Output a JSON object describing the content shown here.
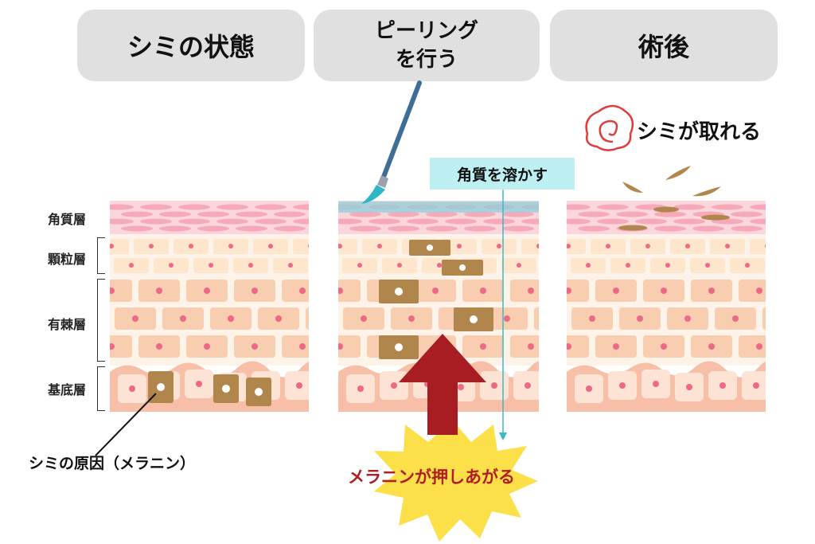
{
  "steps": [
    {
      "title": "シミの状態"
    },
    {
      "title_line1": "ピーリング",
      "title_line2": "を行う"
    },
    {
      "title": "術後"
    }
  ],
  "layers": {
    "stratum_corneum": "角質層",
    "stratum_granulosum": "顆粒層",
    "stratum_spinosum": "有棘層",
    "stratum_basale": "基底層"
  },
  "callouts": {
    "stain_cause": "シミの原因（メラニン）",
    "dissolve_keratin": "角質を溶かす",
    "melanin_pushed_up": "メラニンが押しあがる",
    "stain_removed": "シミが取れる"
  },
  "colors": {
    "pill_bg": "#e0e0e0",
    "corneum_pink": "#f6a9b8",
    "cell_light": "#fde8d4",
    "cell_mid": "#f9cdb0",
    "cell_base": "#f7bfa8",
    "nucleus": "#ec6a86",
    "melanin": "#b0864c",
    "peel_blue": "#8fd0dc",
    "arrow_red": "#a81d22",
    "burst_yellow": "#fce04a",
    "callout_cyan": "#bdeff3",
    "swirl_red": "#e23b3b"
  }
}
